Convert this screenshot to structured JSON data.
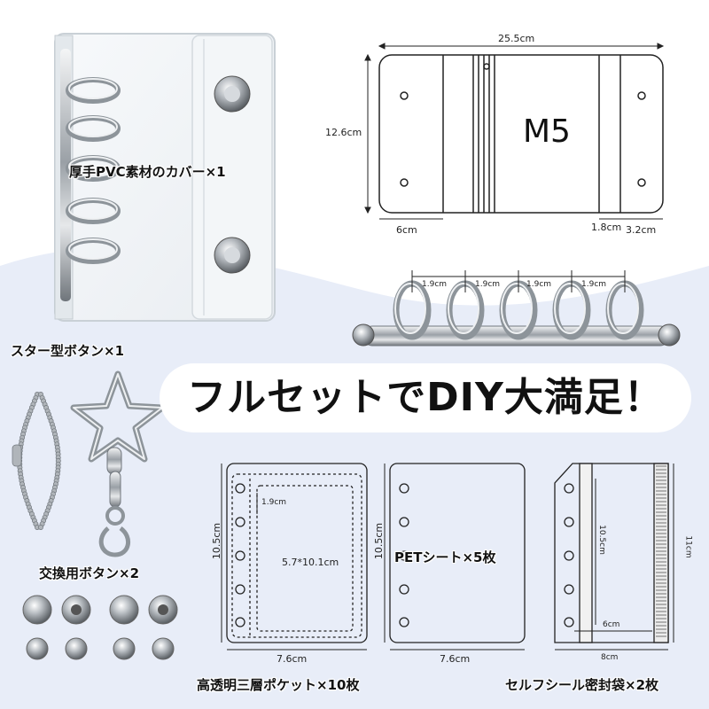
{
  "headline": "フルセットでDIY大満足！",
  "labels": {
    "cover": "厚手PVC素材のカバー×1",
    "star_button": "スター型ボタン×1",
    "exchange_button": "交換用ボタン×2",
    "pocket": "高透明三層ポケット×10枚",
    "pet_sheet": "PETシート×5枚",
    "zip_bag": "セルフシール密封袋×2枚"
  },
  "cover_diagram": {
    "model": "M5",
    "width": "25.5cm",
    "height": "12.6cm",
    "flap": "6cm",
    "spine": "1.8cm",
    "tab": "3.2cm"
  },
  "ring": {
    "spacing": [
      "1.9cm",
      "1.9cm",
      "1.9cm",
      "1.9cm"
    ]
  },
  "pocket_diagram": {
    "height": "10.5cm",
    "width": "7.6cm",
    "hole_pitch": "1.9cm",
    "inner": "5.7*10.1cm"
  },
  "pet_diagram": {
    "height": "10.5cm",
    "width": "7.6cm"
  },
  "bag_diagram": {
    "height": "11cm",
    "width": "8cm",
    "inner_height": "10.5cm",
    "inner_width": "6cm"
  },
  "colors": {
    "background_wave": "#e8edf8",
    "outline": "#222222",
    "metal": "#9aa0a6"
  }
}
